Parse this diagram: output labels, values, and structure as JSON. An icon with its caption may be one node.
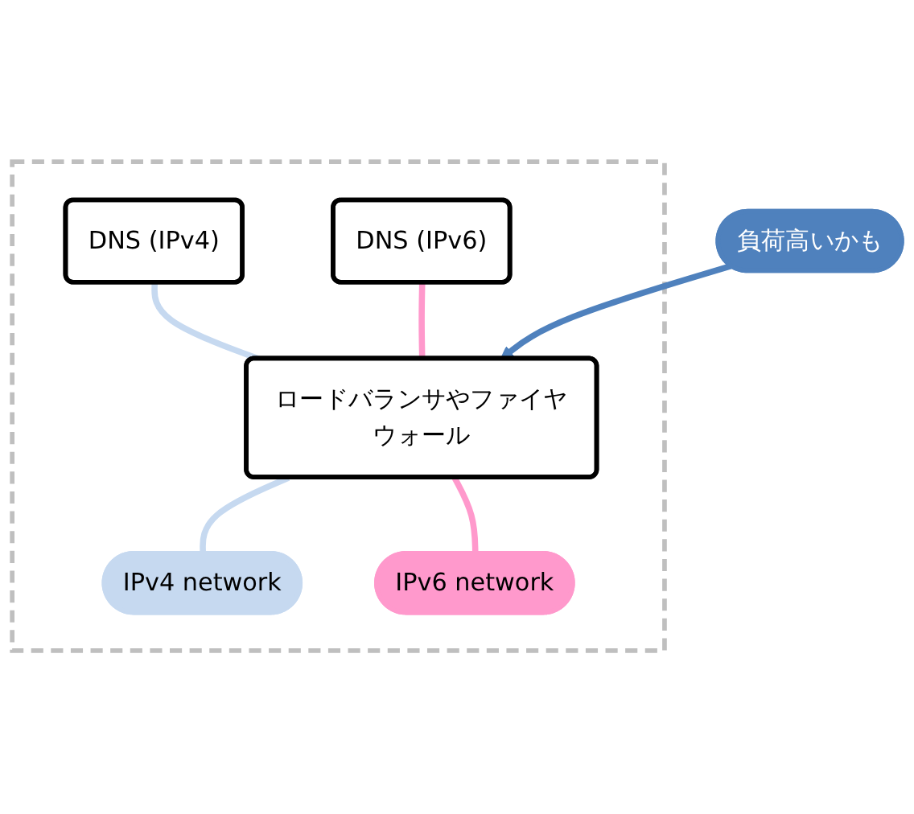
{
  "diagram": {
    "nodes": [
      {
        "text": [],
        "shape": "box"
      },
      {
        "text": [
          "DNS (IPv4)"
        ],
        "in": 0
      },
      {
        "text": [
          "DNS (IPv6)"
        ],
        "in": 0
      },
      {
        "text": [
          "ロードバランサやファイヤウォール"
        ],
        "in": 0
      },
      {
        "text": [
          "IPv4 network"
        ],
        "in": 0
      },
      {
        "text": [
          "IPv6 network"
        ],
        "in": 0
      },
      {
        "text": [
          "負荷高いかも"
        ]
      }
    ],
    "edges": [
      {
        "from": 1,
        "to": 3,
        "arrow": "none",
        "color": "#c6d9f0"
      },
      {
        "from": 2,
        "to": 3,
        "arrow": "none",
        "color": "#ff99cc"
      },
      {
        "from": 3,
        "to": 4,
        "arrow": "none",
        "color": "#c6d9f0"
      },
      {
        "from": 3,
        "to": 5,
        "arrow": "none",
        "color": "#ff99cc"
      },
      {
        "from": 6,
        "to": 3,
        "arrow": "to",
        "color": "#4f81bd"
      }
    ]
  }
}
